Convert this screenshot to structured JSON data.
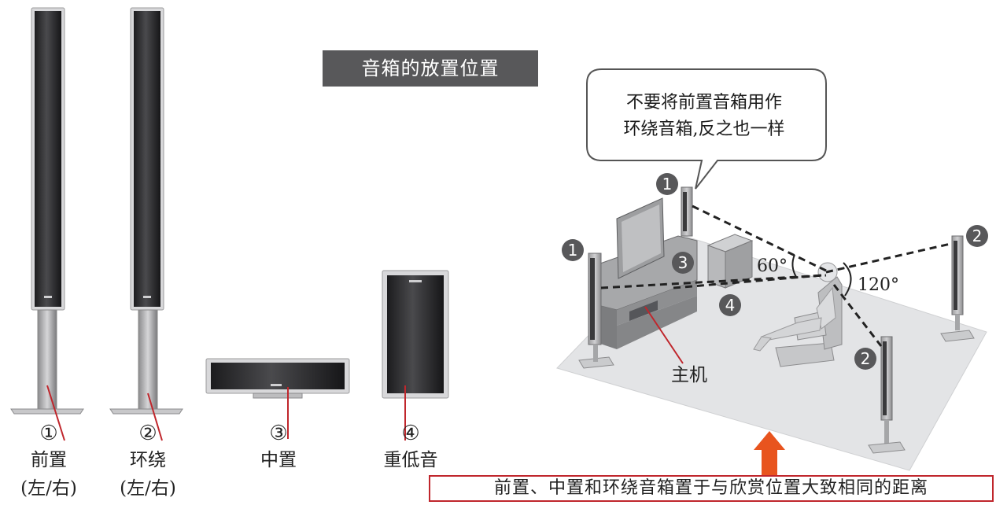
{
  "title": "音箱的放置位置",
  "callout": {
    "line1": "不要将前置音箱用作",
    "line2": "环绕音箱,反之也一样"
  },
  "speakers": [
    {
      "number": "①",
      "name": "前置",
      "note": "(左/右)"
    },
    {
      "number": "②",
      "name": "环绕",
      "note": "(左/右)"
    },
    {
      "number": "③",
      "name": "中置"
    },
    {
      "number": "④",
      "name": "重低音"
    }
  ],
  "room": {
    "main_unit_label": "主机",
    "badges": {
      "front": "1",
      "surround": "2",
      "center": "3",
      "subwoofer": "4"
    },
    "angle_front": "60°",
    "angle_surround": "120°"
  },
  "footer_note": "前置、中置和环绕音箱置于与欣赏位置大致相同的距离",
  "colors": {
    "title_bg": "#58585a",
    "accent_red": "#c0262c",
    "arrow": "#e8541e",
    "floor": "#e3e4e6"
  }
}
